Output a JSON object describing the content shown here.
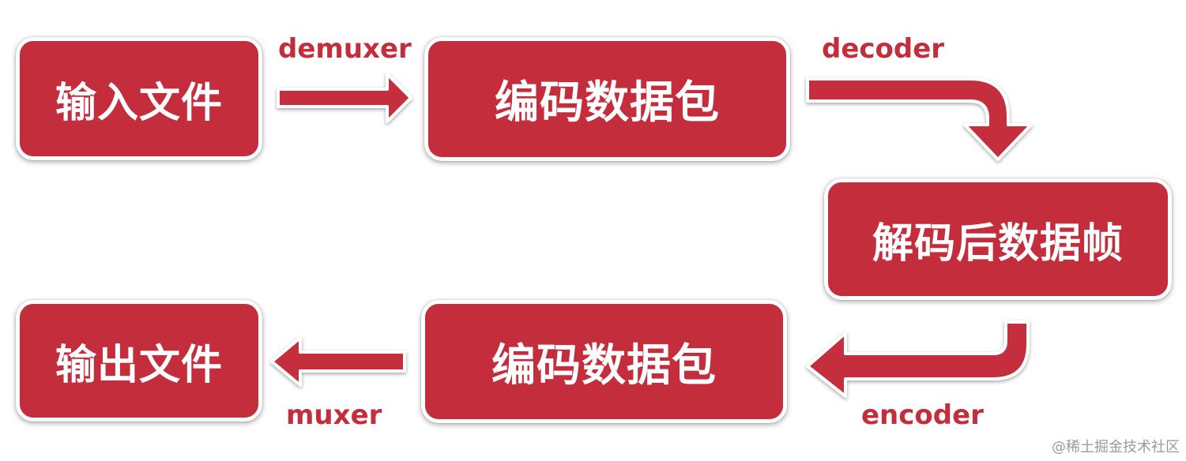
{
  "nodes": {
    "input_file": "输入文件",
    "encoded_packets_top": "编码数据包",
    "decoded_frames": "解码后数据帧",
    "encoded_packets_bottom": "编码数据包",
    "output_file": "输出文件"
  },
  "edges": {
    "demuxer": "demuxer",
    "decoder": "decoder",
    "encoder": "encoder",
    "muxer": "muxer"
  },
  "watermark": "@稀土掘金技术社区",
  "colors": {
    "box_fill": "#c42d3c",
    "arrow_fill": "#c42d3c",
    "label_color": "#c42d3c"
  }
}
